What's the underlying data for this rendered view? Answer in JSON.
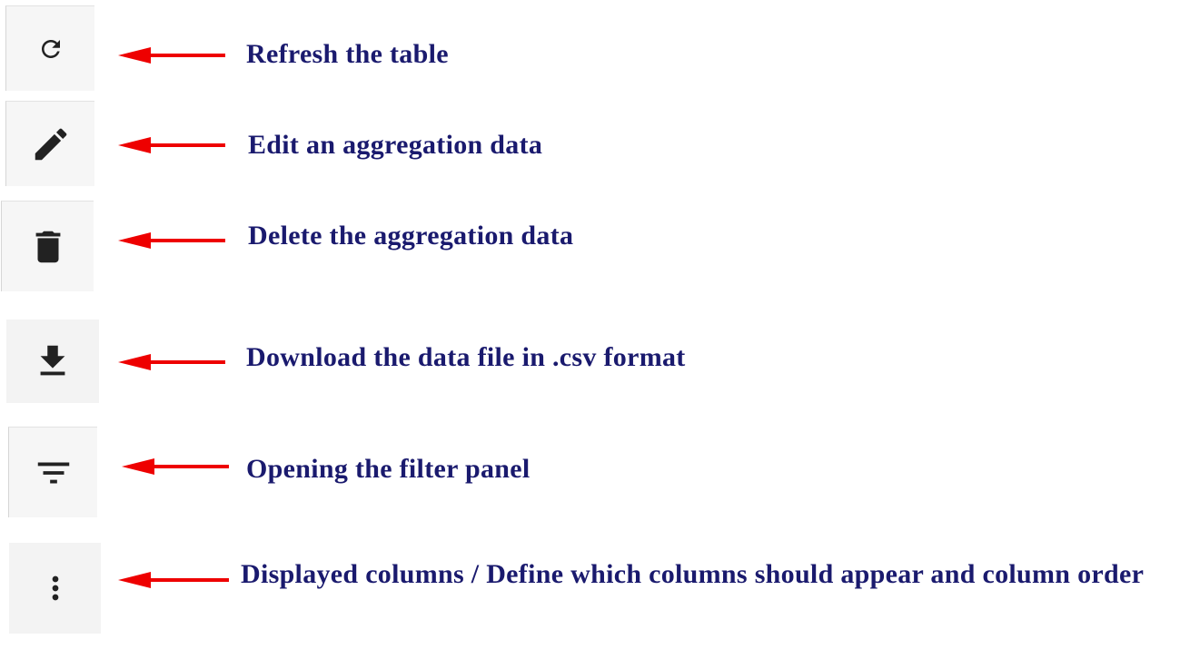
{
  "rows": [
    {
      "icon": "refresh-icon",
      "label": "Refresh the table"
    },
    {
      "icon": "edit-icon",
      "label": "Edit an aggregation data"
    },
    {
      "icon": "delete-icon",
      "label": "Delete the aggregation data"
    },
    {
      "icon": "download-icon",
      "label": "Download the data file in .csv format"
    },
    {
      "icon": "filter-icon",
      "label": "Opening the filter panel"
    },
    {
      "icon": "more-vert-icon",
      "label": "Displayed columns / Define which columns should appear and column order"
    }
  ],
  "colors": {
    "label_text": "#1a1a6e",
    "arrow": "#ee0000",
    "icon": "#222222",
    "tile_background": "#f3f3f3"
  }
}
